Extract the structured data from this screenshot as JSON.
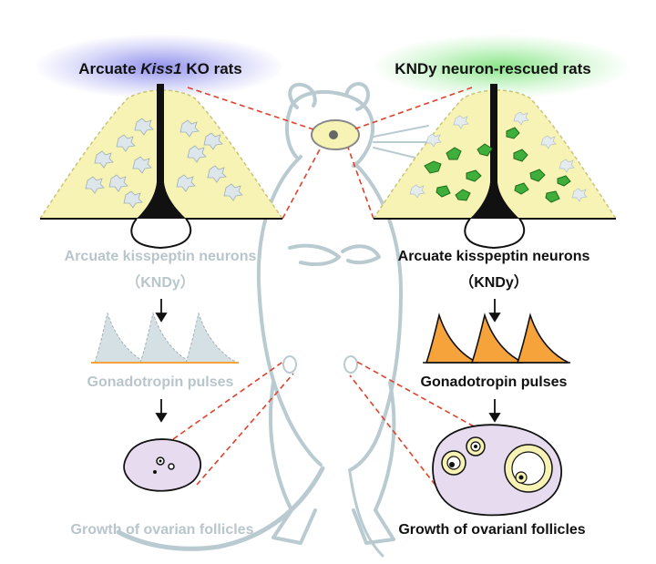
{
  "left": {
    "title_prefix": "Arcuate ",
    "title_gene": "Kiss1",
    "title_suffix": " KO rats",
    "neurons_line1": "Arcuate kisspeptin neurons",
    "neurons_line2": "（KNDy）",
    "pulses": "Gonadotropin pulses",
    "follicles": "Growth of ovarian follicles"
  },
  "right": {
    "title": "KNDy neuron-rescued rats",
    "neurons_line1": "Arcuate kisspeptin neurons",
    "neurons_line2": "（KNDy）",
    "pulses": "Gonadotropin pulses",
    "follicles": "Growth of ovarianl follicles"
  },
  "colors": {
    "hypothalamus_fill": "#f6f3b5",
    "neuron_green": "#3fae3a",
    "neuron_gray": "#dde6ea",
    "pulse_orange": "#f5a33a",
    "pulse_faded": "#d4e0e4",
    "ovary_fill": "#e7dcef",
    "dashed_red": "#e0412b",
    "rat_outline": "#b9cbd1"
  },
  "icons": [
    "rat-silhouette-icon",
    "brain-icon",
    "ovary-icon",
    "neuron-icon",
    "down-arrow-icon"
  ]
}
